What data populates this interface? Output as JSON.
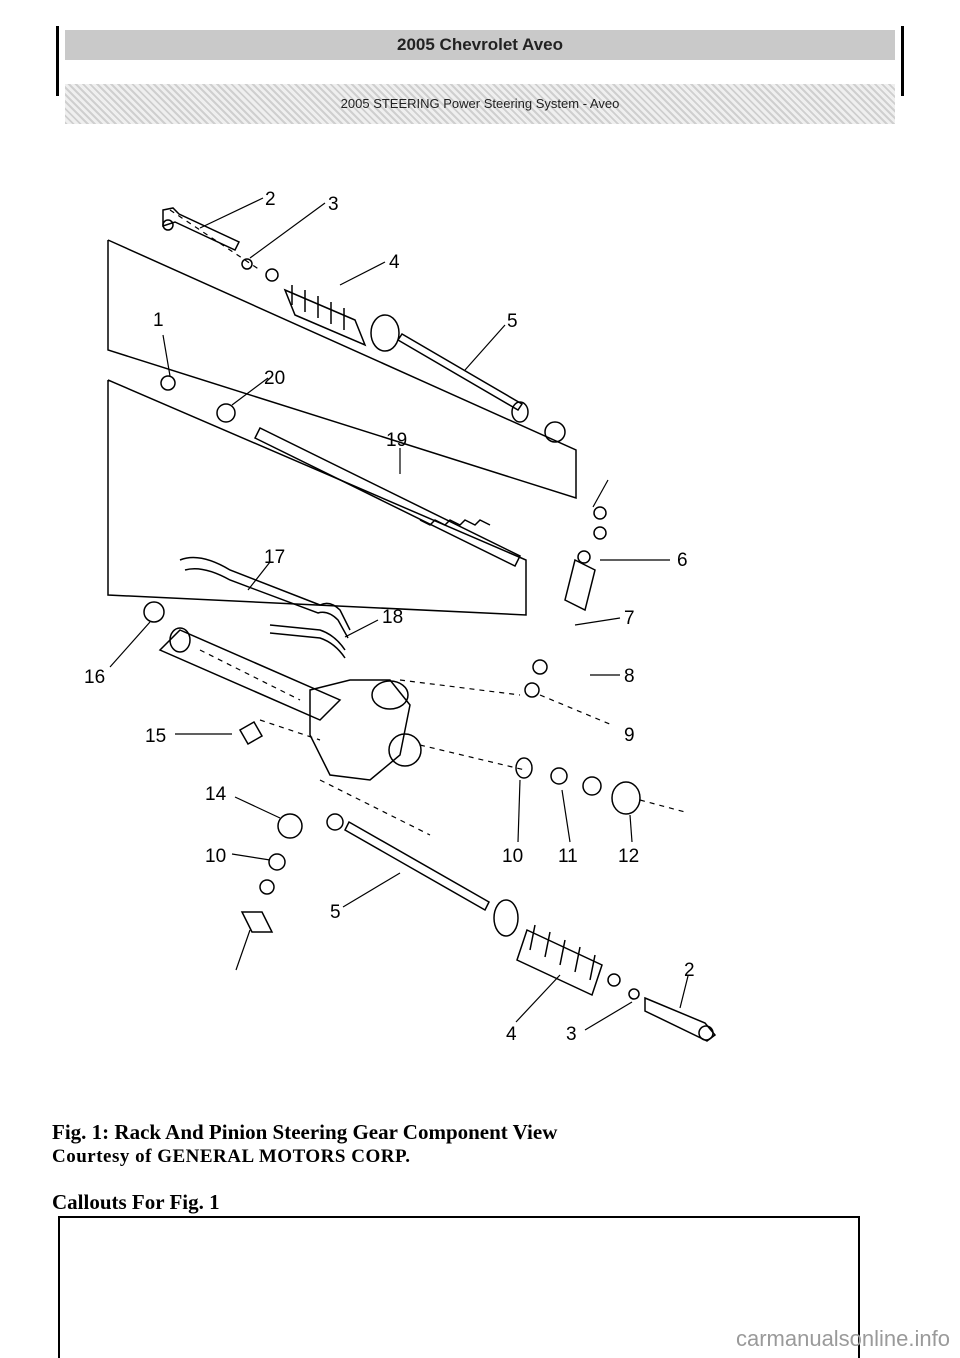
{
  "header": {
    "title": "2005 Chevrolet Aveo",
    "subtitle": "2005 STEERING Power Steering System - Aveo"
  },
  "diagram": {
    "callouts": {
      "c1": "1",
      "c2a": "2",
      "c2b": "2",
      "c3a": "3",
      "c3b": "3",
      "c4a": "4",
      "c4b": "4",
      "c5a": "5",
      "c5b": "5",
      "c6": "6",
      "c7": "7",
      "c8": "8",
      "c9": "9",
      "c10a": "10",
      "c10b": "10",
      "c11": "11",
      "c12": "12",
      "c14": "14",
      "c15": "15",
      "c16": "16",
      "c17": "17",
      "c18": "18",
      "c19": "19",
      "c20": "20"
    }
  },
  "figure": {
    "caption": "Fig. 1: Rack And Pinion Steering Gear Component View",
    "credit": "Courtesy of GENERAL MOTORS CORP.",
    "callouts_heading": "Callouts For Fig. 1"
  },
  "watermark": "carmanualsonline.info"
}
